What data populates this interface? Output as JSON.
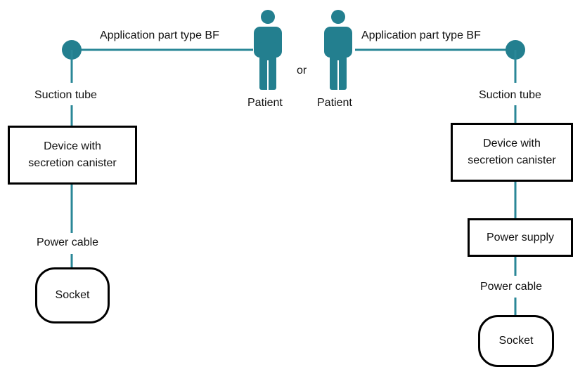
{
  "colors": {
    "connector": "#2a8797",
    "figure": "#237f8f",
    "box_border": "#000000",
    "text": "#111111"
  },
  "left": {
    "application_part": "Application part type BF",
    "patient": "Patient",
    "suction_tube": "Suction tube",
    "device_line1": "Device with",
    "device_line2": "secretion canister",
    "power_cable": "Power cable",
    "socket": "Socket"
  },
  "separator": "or",
  "right": {
    "application_part": "Application part type BF",
    "patient": "Patient",
    "suction_tube": "Suction tube",
    "device_line1": "Device with",
    "device_line2": "secretion canister",
    "power_supply": "Power supply",
    "power_cable": "Power cable",
    "socket": "Socket"
  },
  "icons": {
    "patient": "person-icon",
    "application_part": "circle-node-icon"
  }
}
